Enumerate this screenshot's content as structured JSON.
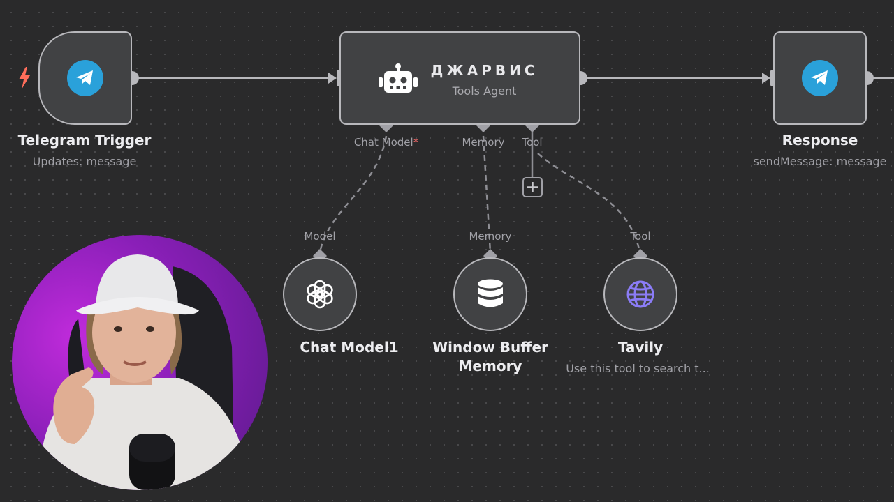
{
  "nodes": {
    "trigger": {
      "title": "Telegram Trigger",
      "subtitle": "Updates: message",
      "icon": "telegram-icon",
      "status_icon": "lightning-bolt-icon"
    },
    "agent": {
      "title": "ДЖАРВИС",
      "subtitle": "Tools Agent",
      "icon": "robot-icon"
    },
    "response": {
      "title": "Response",
      "subtitle": "sendMessage: message",
      "icon": "telegram-icon"
    },
    "chat_model": {
      "title": "Chat Model1",
      "port": "Model",
      "icon": "openai-icon"
    },
    "memory": {
      "title_line1": "Window Buffer",
      "title_line2": "Memory",
      "port": "Memory",
      "icon": "database-icon"
    },
    "tool": {
      "title": "Tavily",
      "subtitle": "Use this tool to search t...",
      "port": "Tool",
      "icon": "globe-icon"
    }
  },
  "agent_ports": {
    "chat_model": "Chat Model",
    "required_mark": "*",
    "memory": "Memory",
    "tool": "Tool"
  },
  "colors": {
    "canvas": "#2a2a2b",
    "node_fill": "#414244",
    "node_border": "#b8b8bc",
    "telegram": "#2aa1da",
    "trigger_bolt": "#ff6d5a",
    "tool_globe": "#8b7cf6",
    "required": "#ff6d6d"
  }
}
